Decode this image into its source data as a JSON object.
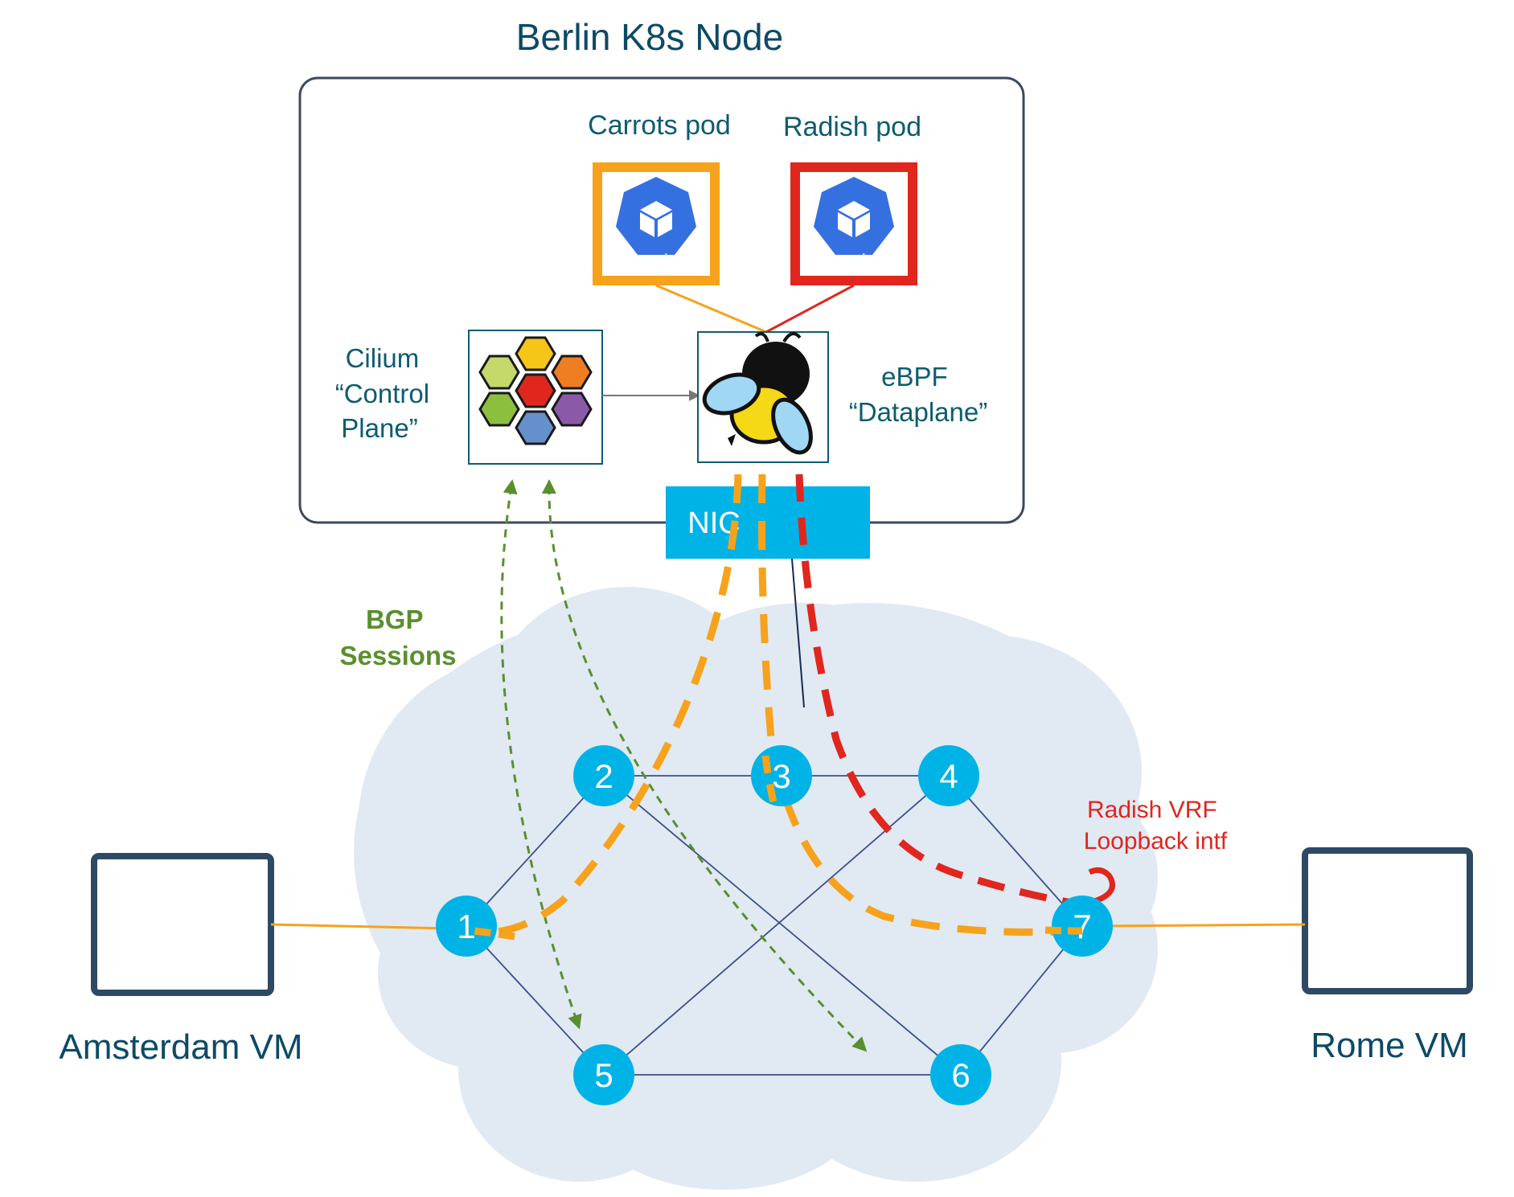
{
  "node": {
    "title": "Berlin K8s Node",
    "carrots_label": "Carrots pod",
    "radish_label": "Radish pod",
    "pod_text": "pod",
    "cilium_label": [
      "Cilium",
      "“Control",
      "Plane”"
    ],
    "ebpf_label": [
      "eBPF",
      "“Dataplane”"
    ],
    "nic_label": "NIC"
  },
  "bgp_label": [
    "BGP",
    "Sessions"
  ],
  "vrf_label": [
    "Radish VRF",
    "Loopback intf"
  ],
  "vms": {
    "left": "Amsterdam VM",
    "right": "Rome VM"
  },
  "routers": [
    "1",
    "2",
    "3",
    "4",
    "5",
    "6",
    "7"
  ],
  "colors": {
    "title_text": "#0d4a66",
    "label_text": "#0d5c70",
    "node_border": "#3c4a5e",
    "carrots": "#f7a21b",
    "radish": "#e0261d",
    "bgp": "#5a8f2e",
    "router": "#00b3e6",
    "cloud": "#e1e9f3",
    "link": "#3b4f8c",
    "pod_blue": "#3570e0",
    "vm_border": "#2e4964"
  }
}
